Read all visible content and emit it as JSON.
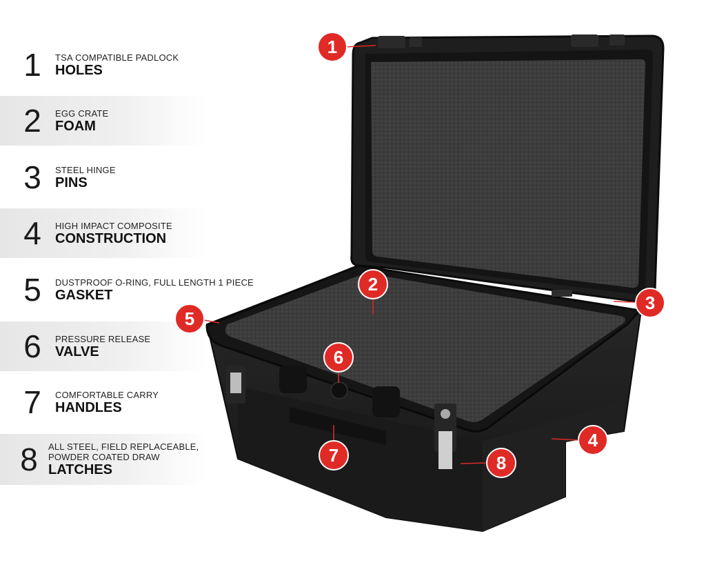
{
  "features": [
    {
      "number": "1",
      "sub": "TSA COMPATIBLE PADLOCK",
      "main": "HOLES"
    },
    {
      "number": "2",
      "sub": "EGG CRATE",
      "main": "FOAM"
    },
    {
      "number": "3",
      "sub": "STEEL HINGE",
      "main": "PINS"
    },
    {
      "number": "4",
      "sub": "HIGH IMPACT COMPOSITE",
      "main": "CONSTRUCTION"
    },
    {
      "number": "5",
      "sub": "DUSTPROOF O-RING, FULL LENGTH 1 PIECE",
      "main": "GASKET"
    },
    {
      "number": "6",
      "sub": "PRESSURE RELEASE",
      "main": "VALVE"
    },
    {
      "number": "7",
      "sub": "COMFORTABLE CARRY",
      "main": "HANDLES"
    },
    {
      "number": "8",
      "sub": "ALL STEEL, FIELD REPLACEABLE, POWDER COATED DRAW",
      "main": "LATCHES"
    }
  ],
  "callouts": [
    "1",
    "2",
    "3",
    "4",
    "5",
    "6",
    "7",
    "8"
  ],
  "colors": {
    "callout": "#e02a26",
    "case": "#1c1c1c",
    "foam": "#3a3a3a"
  }
}
